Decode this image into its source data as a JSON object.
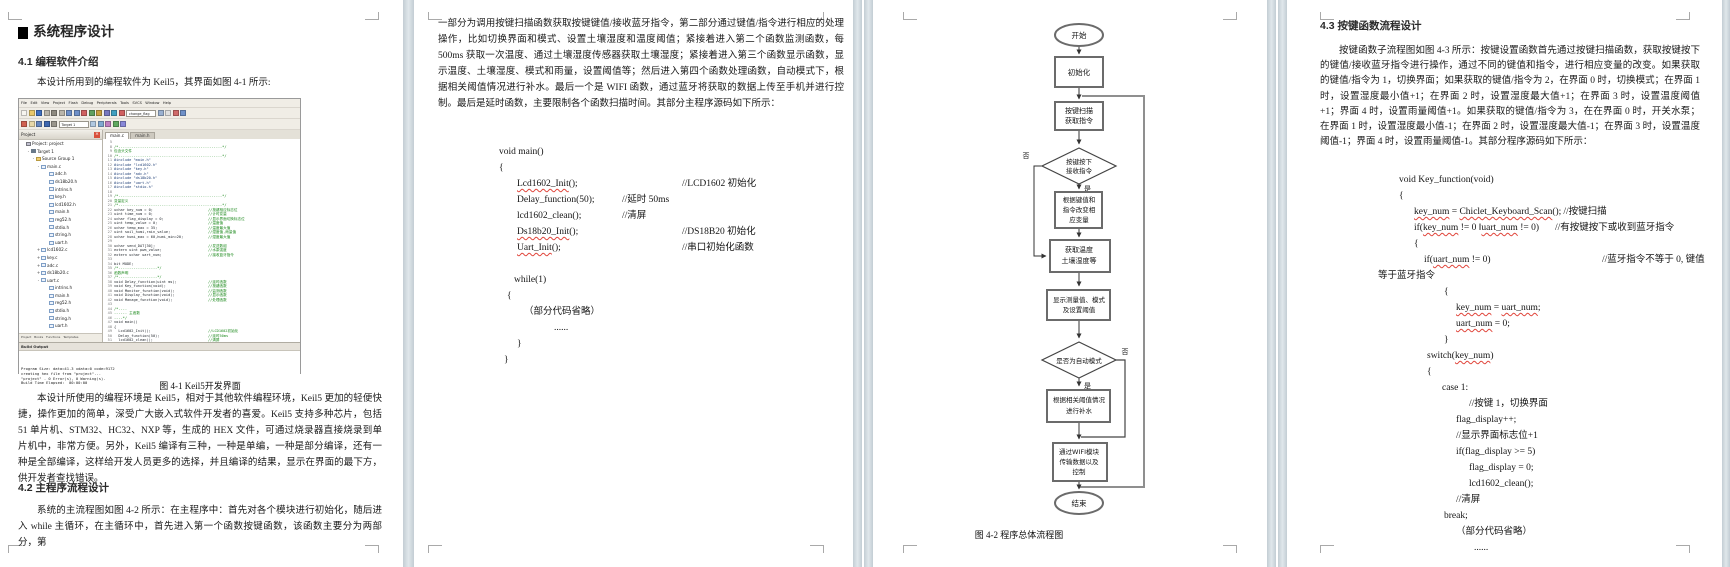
{
  "p1": {
    "chapter_no": "4",
    "chapter_title": "系统程序设计",
    "s41_heading": "4.1 编程软件介绍",
    "s41_para": "本设计所用到的编程软件为 Keil5，其界面如图 4-1 所示:",
    "fig_caption": "图 4-1 Keil5开发界面",
    "para_env": "本设计所使用的编程环境是 Keil5，相对于其他软件编程环境，Keil5 更加的轻便快捷，操作更加的简单，深受广大嵌入式软件开发者的喜爱。Keil5 支持多种芯片，包括 51 单片机、STM32、HC32、NXP 等，生成的 HEX 文件，可通过烧录器直接烧录到单片机中，非常方便。另外，Keil5 编译有三种，一种是单编，一种是部分编译，还有一种是全部编译，这样给开发人员更多的选择，并且编译的结果，显示在界面的最下方，供开发者查找错误。",
    "s42_heading": "4.2 主程序流程设计",
    "s42_para": "系统的主流程图如图 4-2 所示：在主程序中：首先对各个模块进行初始化，随后进入 while 主循环，在主循环中，首先进入第一个函数按键函数，该函数主要分为两部分，第"
  },
  "keil": {
    "menu": "File   Edit   View   Project   Flash   Debug   Peripherals   Tools   SVCS   Window   Help",
    "combo1": "change_flag",
    "target": "Target 1",
    "panel_title": "Project",
    "close_glyph": "×",
    "tabs": [
      "main.c",
      "main.h"
    ],
    "bottom_tabs": "Project   Books   Functions   Templates",
    "build_title": "Build Output",
    "build": [
      "Program Size: data=41.3 xdata=0 code=9172",
      "creating hex file from \"project\"...",
      "\"project\" - 0 Error(s), 0 Warning(s).",
      "Build Time Elapsed:  00:00:00"
    ],
    "tb1": [
      {
        "c": "#f7f5ef"
      },
      {
        "c": "#e9c86a"
      },
      {
        "c": "#3f6fbf"
      },
      {
        "c": "#b9b5ab"
      },
      {
        "c": "#8e8a80"
      },
      {
        "c": "#b9b5ab"
      },
      {
        "c": "#6f90c8"
      },
      {
        "c": "#6f90c8"
      },
      {
        "c": "#d06060"
      },
      {
        "c": "#60a060"
      },
      {
        "c": "#c8a040"
      },
      {
        "c": "#7878c0"
      },
      {
        "c": "#40a0c0"
      },
      {
        "c": "#d06060"
      }
    ],
    "tb1b": [
      {
        "c": "#9ab0d0"
      },
      {
        "c": "#e0e0e0"
      },
      {
        "c": "#d06a6a"
      },
      {
        "c": "#6f90c8"
      }
    ],
    "tb2a": [
      {
        "c": "#d06050"
      },
      {
        "c": "#e8d8a8"
      },
      {
        "c": "#6888c0"
      },
      {
        "c": "#3f68b0"
      },
      {
        "c": "#9a968c"
      }
    ],
    "tb2b": [
      {
        "c": "#b0c8e0"
      },
      {
        "c": "#80a8d0"
      },
      {
        "c": "#c080c0"
      },
      {
        "c": "#60a860"
      },
      {
        "c": "#8888d8"
      }
    ],
    "tree": [
      {
        "e": "",
        "ic": "ic-root",
        "t": "Project: project",
        "lv": "ti0"
      },
      {
        "e": "-",
        "ic": "ic-tgt",
        "t": "Target 1",
        "lv": "ti1"
      },
      {
        "e": "-",
        "ic": "ic-fold",
        "t": "Source Group 1",
        "lv": "ti2"
      },
      {
        "e": "-",
        "ic": "ic-file",
        "t": "main.c",
        "lv": "ti3"
      },
      {
        "e": "",
        "ic": "ic-file",
        "t": "adc.h",
        "lv": "ti4"
      },
      {
        "e": "",
        "ic": "ic-file",
        "t": "ds18b20.h",
        "lv": "ti4"
      },
      {
        "e": "",
        "ic": "ic-file",
        "t": "intrins.h",
        "lv": "ti4"
      },
      {
        "e": "",
        "ic": "ic-file",
        "t": "key.h",
        "lv": "ti4"
      },
      {
        "e": "",
        "ic": "ic-file",
        "t": "lcd1602.h",
        "lv": "ti4"
      },
      {
        "e": "",
        "ic": "ic-file",
        "t": "main.h",
        "lv": "ti4"
      },
      {
        "e": "",
        "ic": "ic-file",
        "t": "reg52.h",
        "lv": "ti4"
      },
      {
        "e": "",
        "ic": "ic-file",
        "t": "stdio.h",
        "lv": "ti4"
      },
      {
        "e": "",
        "ic": "ic-file",
        "t": "string.h",
        "lv": "ti4"
      },
      {
        "e": "",
        "ic": "ic-file",
        "t": "uart.h",
        "lv": "ti4"
      },
      {
        "e": "+",
        "ic": "ic-file",
        "t": "lcd1602.c",
        "lv": "ti3"
      },
      {
        "e": "+",
        "ic": "ic-file",
        "t": "key.c",
        "lv": "ti3"
      },
      {
        "e": "+",
        "ic": "ic-file",
        "t": "adc.c",
        "lv": "ti3"
      },
      {
        "e": "+",
        "ic": "ic-file",
        "t": "ds18b20.c",
        "lv": "ti3"
      },
      {
        "e": "-",
        "ic": "ic-file",
        "t": "uart.c",
        "lv": "ti3"
      },
      {
        "e": "",
        "ic": "ic-file",
        "t": "intrins.h",
        "lv": "ti4"
      },
      {
        "e": "",
        "ic": "ic-file",
        "t": "main.h",
        "lv": "ti4"
      },
      {
        "e": "",
        "ic": "ic-file",
        "t": "reg52.h",
        "lv": "ti4"
      },
      {
        "e": "",
        "ic": "ic-file",
        "t": "stdio.h",
        "lv": "ti4"
      },
      {
        "e": "",
        "ic": "ic-file",
        "t": "string.h",
        "lv": "ti4"
      },
      {
        "e": "",
        "ic": "ic-file",
        "t": "uart.h",
        "lv": "ti4"
      }
    ],
    "code": [
      {
        "n": "5",
        "t": ""
      },
      {
        "n": "8",
        "t": "/*------------------------------------------------*/",
        "k": "g"
      },
      {
        "n": "9",
        "t": "包含头文件",
        "k": "gb"
      },
      {
        "n": "10",
        "t": "/*------------------------------------------------*/",
        "k": "g"
      },
      {
        "n": "11",
        "t": "#include \"main.h\"",
        "k": "inc"
      },
      {
        "n": "12",
        "t": "#include \"lcd1602.h\"",
        "k": "inc"
      },
      {
        "n": "13",
        "t": "#include \"key.h\"",
        "k": "inc"
      },
      {
        "n": "14",
        "t": "#include \"adc.h\"",
        "k": "inc"
      },
      {
        "n": "15",
        "t": "#include \"ds18b20.h\"",
        "k": "inc"
      },
      {
        "n": "16",
        "t": "#include \"uart.h\"",
        "k": "inc"
      },
      {
        "n": "17",
        "t": "#include \"stdio.h\"",
        "k": "inc"
      },
      {
        "n": "18",
        "t": ""
      },
      {
        "n": "19",
        "t": "/*------------------------------------------------*/",
        "k": "g"
      },
      {
        "n": "20",
        "t": "变量定义",
        "k": "gb"
      },
      {
        "n": "21",
        "t": "/*------------------------------------------------*/",
        "k": "g"
      },
      {
        "n": "22",
        "t": "uchar key_num = 0;",
        "c": "//按键相应标志位"
      },
      {
        "n": "23",
        "t": "uint time_num = 0;",
        "c": "//计时变量"
      },
      {
        "n": "24",
        "t": "uchar flag_display = 0;",
        "c": "//显示界面切换标志位"
      },
      {
        "n": "25",
        "t": "uint temp_value = 0;",
        "c": "//温度值"
      },
      {
        "n": "26",
        "t": "uchar temp_max = 35;",
        "c": "//温度最大值"
      },
      {
        "n": "27",
        "t": "uint soil_humi,rain_value;",
        "c": "//湿度值,雨量值"
      },
      {
        "n": "28",
        "t": "uchar humi_max = 60,humi_min=20;",
        "c": "//湿度最大值"
      },
      {
        "n": "29",
        "t": ""
      },
      {
        "n": "30",
        "t": "uchar send_DAT[30];",
        "c": "//发送数组"
      },
      {
        "n": "31",
        "t": "extern uint pwm_value;",
        "c": "//水泵强度"
      },
      {
        "n": "32",
        "t": "extern uchar uart_num;",
        "c": "//接收蓝牙指令"
      },
      {
        "n": "33",
        "t": ""
      },
      {
        "n": "34",
        "t": "bit MODE;"
      },
      {
        "n": "35",
        "t": "/*------------------*/",
        "k": "g"
      },
      {
        "n": "36",
        "t": "函数声明",
        "k": "gb"
      },
      {
        "n": "37",
        "t": "/*------------------*/",
        "k": "g"
      },
      {
        "n": "38",
        "t": "void Delay_function(uint ms);",
        "c": "//延时函数"
      },
      {
        "n": "39",
        "t": "void Key_function(void);",
        "c": "//按键函数"
      },
      {
        "n": "40",
        "t": "void Monitor_function(void);",
        "c": "//监测函数"
      },
      {
        "n": "41",
        "t": "void Display_function(void);",
        "c": "//显示函数"
      },
      {
        "n": "42",
        "t": "void Manage_function(void);",
        "c": "//处理函数"
      },
      {
        "n": "43",
        "t": ""
      },
      {
        "n": "44",
        "t": "/*----",
        "k": "g"
      },
      {
        "n": "45",
        "t": "------ 主函数",
        "k": "g"
      },
      {
        "n": "46",
        "t": "----*/",
        "k": "g"
      },
      {
        "n": "47",
        "t": "void main()"
      },
      {
        "n": "48",
        "t": "{"
      },
      {
        "n": "49",
        "t": "  Lcd1602_Init();",
        "c": "//LCD1602初始化"
      },
      {
        "n": "50",
        "t": "  Delay_function(50);",
        "c": "//延时50ms"
      },
      {
        "n": "51",
        "t": "  lcd1602_clean();",
        "c": "//清屏"
      }
    ]
  },
  "p2": {
    "para": "一部分为调用按键扫描函数获取按键键值/接收蓝牙指令，第二部分通过键值/指令进行相应的处理操作，比如切换界面和模式、设置土壤湿度和温度阈值；紧接着进入第二个函数监测函数，每 500ms 获取一次温度、通过土壤湿度传感器获取土壤湿度；紧接着进入第三个函数显示函数，显示温度、土壤湿度、模式和雨量，设置阈值等；然后进入第四个函数处理函数，自动模式下，根据相关阈值情况进行补水。最后一个是 WIFI 函数，通过蓝牙将获取的数据上传至手机并进行控制。最后是延时函数，主要限制各个函数扫描时间。其部分主程序源码如下所示：",
    "code": [
      {
        "pre": "void main()",
        "ind": "x66"
      },
      {
        "pre": "{",
        "ind": "x66"
      },
      {
        "m1": "Lcd1602_Init",
        "post": "();",
        "cm": "//LCD1602 初始化",
        "cmk": "cmr",
        "ind": "x84"
      },
      {
        "pre": "Delay_function(50);",
        "cm": "//延时 50ms",
        "cmk": "cmm",
        "ind": "x84"
      },
      {
        "pre": "lcd1602_clean();",
        "cm": "//清屏",
        "cmk": "cmm",
        "ind": "x84"
      },
      {
        "m1": "Ds18b20_Init",
        "post": "();",
        "cm": "//DS18B20 初始化",
        "cmk": "cmr",
        "ind": "x84"
      },
      {
        "m1": "Uart_Init",
        "post": "();",
        "cm": "//串口初始化函数",
        "cmk": "cmr",
        "ind": "x84"
      },
      {
        "ind": "x84"
      },
      {
        "pre": "while(1)",
        "ind": "x81"
      },
      {
        "pre": "{",
        "ind": "x74"
      },
      {
        "pre": "（部分代码省略）",
        "ind": "x91"
      },
      {
        "pre": "......",
        "ind": "x121"
      },
      {
        "pre": "}",
        "ind": "x84"
      },
      {
        "pre": "}",
        "ind": "x71"
      }
    ]
  },
  "flow": {
    "start": "开始",
    "init": "初始化",
    "scan0": "按键扫描",
    "scan1": "获取指令",
    "dec1a": "按键按下",
    "dec1b": "接收指令",
    "chg0": "根据键值和",
    "chg1": "指令改变相",
    "chg2": "应变量",
    "get0": "获取温度",
    "get1": "土壤湿度等",
    "disp0": "显示测量值、模式",
    "disp1": "及设置阈值",
    "dec2": "是否为自动模式",
    "water0": "根据相关阈值情况",
    "water1": "进行补水",
    "wifi0": "通过WIFI模块",
    "wifi1": "传输数据以及",
    "wifi2": "控制",
    "end": "结束",
    "yes": "是",
    "no": "否",
    "caption": "图 4-2  程序总体流程图"
  },
  "p4": {
    "s43_heading": "4.3 按键函数流程设计",
    "para": "按键函数子流程图如图 4-3 所示：按键设置函数首先通过按键扫描函数，获取按键按下的键值/接收蓝牙指令进行操作，通过不同的键值和指令，进行相应变量的改变。如果获取的键值/指令为 1，切换界面；如果获取的键值/指令为 2，在界面 0 时，切换模式；在界面 1 时，设置湿度最小值+1；在界面 2 时，设置湿度最大值+1；在界面 3 时，设置温度阈值+1；界面 4 时，设置雨量阈值+1。如果获取的键值/指令为 3，在在界面 0 时，开关水泵；在界面 1 时，设置湿度最小值-1；在界面 2 时，设置湿度最大值-1；在界面 3 时，设置温度阈值-1；界面 4 时，设置雨量阈值-1。其部分程序源码如下所示：",
    "code": [
      {
        "pre": "void Key_function(void)",
        "ind": "x93"
      },
      {
        "pre": "{",
        "ind": "x93"
      },
      {
        "m1": "key_num",
        "mid": " = ",
        "m2": "Chiclet_Keyboard_Scan",
        "post": "();",
        "cm": "//按键扫描",
        "cmk": "cm0",
        "ind": "x108"
      },
      {
        "pre": "if(",
        "m1": "key_num",
        "mid": " != 0 ‖",
        "m2": "uart_num",
        "post": " != 0)",
        "cm": "//有按键按下或收到蓝牙指令",
        "cmk": "cmi",
        "ind": "x108"
      },
      {
        "pre": "{",
        "ind": "x108"
      },
      {
        "pre": "if(",
        "m1": "uart_num",
        "post": " != 0)",
        "cm": "//蓝牙指令不等于 0, 键值",
        "cmk": "cmr4",
        "ind": "x118"
      },
      {
        "pre": "等于蓝牙指令",
        "ind": "x72"
      },
      {
        "pre": "{",
        "ind": "x138"
      },
      {
        "m1": "key_num",
        "mid": " = ",
        "m2": "uart_num",
        "post": ";",
        "ind": "x150"
      },
      {
        "m1": "uart_num",
        "post": " = 0;",
        "ind": "x150"
      },
      {
        "pre": "}",
        "ind": "x138"
      },
      {
        "pre": "switch(",
        "m1": "key_num",
        "post": ")",
        "ind": "x121"
      },
      {
        "pre": "{",
        "ind": "x121"
      },
      {
        "pre": "case 1:",
        "ind": "x136"
      },
      {
        "pre": "//按键 1，切换界面",
        "ind": "x163"
      },
      {
        "pre": "flag_display++;",
        "ind": "x150"
      },
      {
        "pre": "//显示界面标志位+1",
        "ind": "x150"
      },
      {
        "pre": "if(flag_display >= 5)",
        "ind": "x150"
      },
      {
        "pre": "flag_display = 0;",
        "ind": "x163"
      },
      {
        "pre": "lcd1602_clean();",
        "ind": "x163"
      },
      {
        "pre": "//清屏",
        "ind": "x150"
      },
      {
        "pre": "break;",
        "ind": "x138"
      },
      {
        "pre": "（部分代码省略）",
        "ind": "x150"
      },
      {
        "pre": "......",
        "ind": "x168"
      }
    ]
  }
}
